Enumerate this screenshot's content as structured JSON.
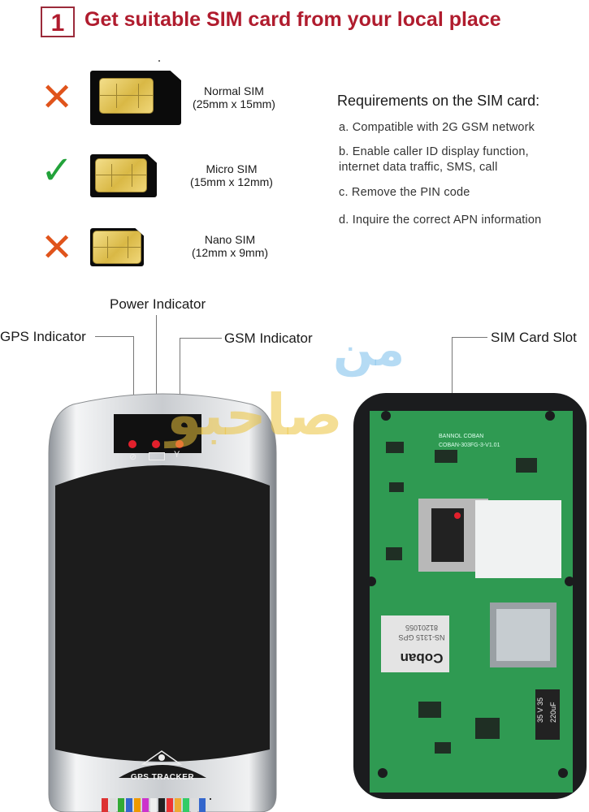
{
  "header": {
    "step_number": "1",
    "title": "Get suitable SIM card from your local place"
  },
  "sims": [
    {
      "status": "not-suitable",
      "mark": "✕",
      "name": "Normal SIM",
      "size": "(25mm x 15mm)"
    },
    {
      "status": "suitable",
      "mark": "✓",
      "name": "Micro SIM",
      "size": "(15mm x 12mm)"
    },
    {
      "status": "not-suitable",
      "mark": "✕",
      "name": "Nano SIM",
      "size": "(12mm x 9mm)"
    }
  ],
  "requirements": {
    "title": "Requirements on the SIM card:",
    "items": [
      "a. Compatible with 2G GSM network",
      "b. Enable caller ID display function,",
      "internet data traffic, SMS, call",
      "c. Remove the PIN code",
      "d. Inquire the correct APN information"
    ]
  },
  "indicators": {
    "power": "Power Indicator",
    "gps": "GPS Indicator",
    "gsm": "GSM Indicator",
    "sim_slot": "SIM Card Slot"
  },
  "device": {
    "brand": "GPS TRACKER"
  },
  "board": {
    "module_brand": "Coban",
    "module_code": "NS-1315 GPS",
    "module_serial": "81201055",
    "pcb_text": "COBAN-303FG-3-V1.01",
    "pcb_text2": "BANNOL COBAN",
    "cap_text": "35 V  35",
    "cap_text2": "220uF"
  },
  "watermark": {
    "text1": "من",
    "text2": "صاحبو"
  },
  "colors": {
    "accent_red": "#b01c2e",
    "cross_orange": "#e0541c",
    "check_green": "#22a23a",
    "pcb_green": "#3aa55a"
  }
}
